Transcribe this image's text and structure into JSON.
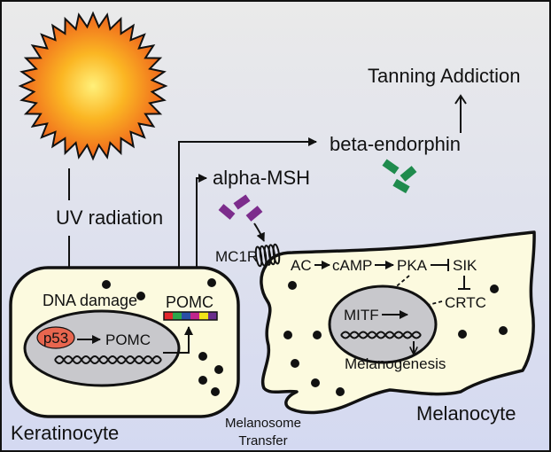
{
  "labels": {
    "tanning_addiction": "Tanning Addiction",
    "beta_endorphin": "beta-endorphin",
    "alpha_msh": "alpha-MSH",
    "uv_radiation": "UV radiation",
    "dna_damage": "DNA damage",
    "pomc_cytoplasm": "POMC",
    "p53": "p53",
    "pomc_nucleus": "POMC",
    "mc1r": "MC1R",
    "ac": "AC",
    "camp": "cAMP",
    "pka": "PKA",
    "sik": "SIK",
    "crtc": "CRTC",
    "mitf": "MITF",
    "melanogenesis": "Melanogenesis",
    "melanosome_transfer": [
      "Melanosome",
      "Transfer"
    ],
    "melanocyte": "Melanocyte",
    "keratinocyte": "Keratinocyte"
  },
  "colors": {
    "background_top": "#eaeaea",
    "background_bottom": "#d4d9f1",
    "sun_core": "#fff07a",
    "sun_mid": "#fbb623",
    "sun_edge": "#ef641c",
    "cell_fill": "#fcfadf",
    "nucleus_fill": "#c8c8cc",
    "p53": "#e8664f",
    "alpha_msh_peptide": "#7c2c8c",
    "beta_endorphin_peptide": "#1f8b4d",
    "pomc_bar": [
      "#e3262b",
      "#2ca64b",
      "#2a4fa6",
      "#c0268c",
      "#f1e318",
      "#6a2d8b"
    ]
  },
  "icons": {
    "sun": "sun-icon",
    "alpha_msh": "alpha-msh-peptide-icon",
    "beta_endorphin": "beta-endorphin-peptide-icon",
    "receptor": "mc1r-receptor-icon",
    "dna": "dna-helix-icon",
    "melanosome": "melanosome-dot-icon"
  }
}
